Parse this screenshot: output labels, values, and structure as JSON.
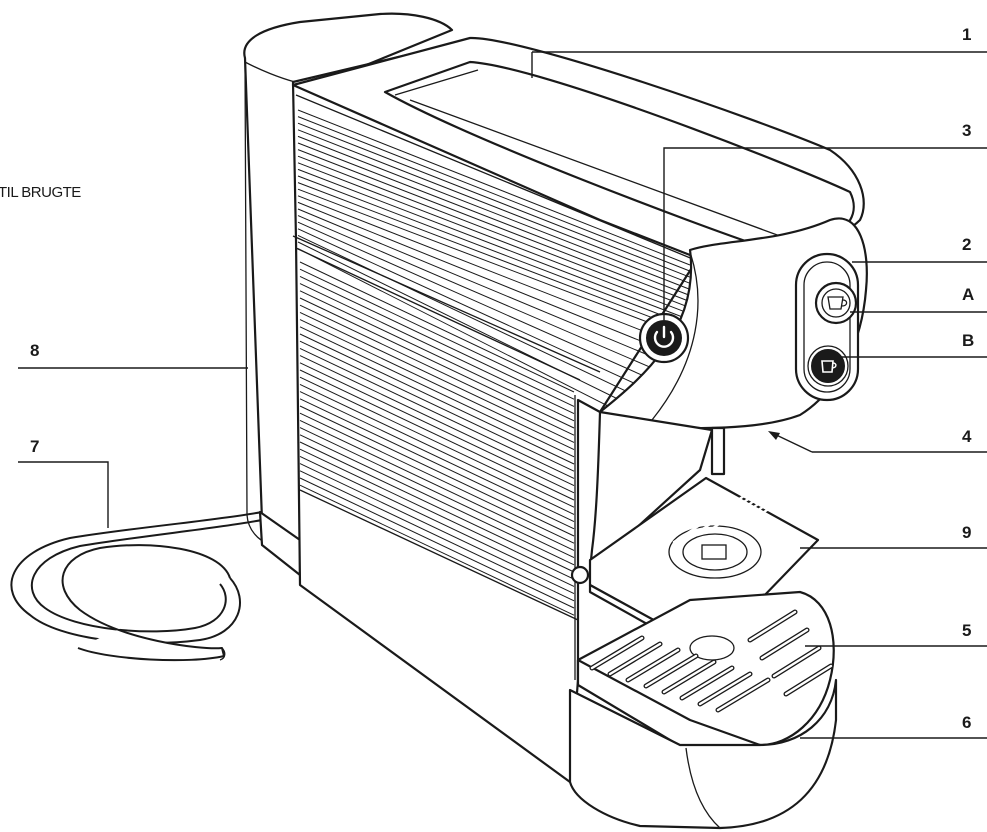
{
  "side_text": "TIL BRUGTE",
  "callouts": [
    {
      "id": "1",
      "label": "1"
    },
    {
      "id": "3",
      "label": "3"
    },
    {
      "id": "2",
      "label": "2"
    },
    {
      "id": "A",
      "label": "A"
    },
    {
      "id": "B",
      "label": "B"
    },
    {
      "id": "4",
      "label": "4"
    },
    {
      "id": "9",
      "label": "9"
    },
    {
      "id": "5",
      "label": "5"
    },
    {
      "id": "6",
      "label": "6"
    },
    {
      "id": "8",
      "label": "8"
    },
    {
      "id": "7",
      "label": "7"
    }
  ],
  "icons": {
    "power": "power-icon",
    "cup_large": "cup-icon",
    "cup_small": "espresso-cup-icon"
  }
}
